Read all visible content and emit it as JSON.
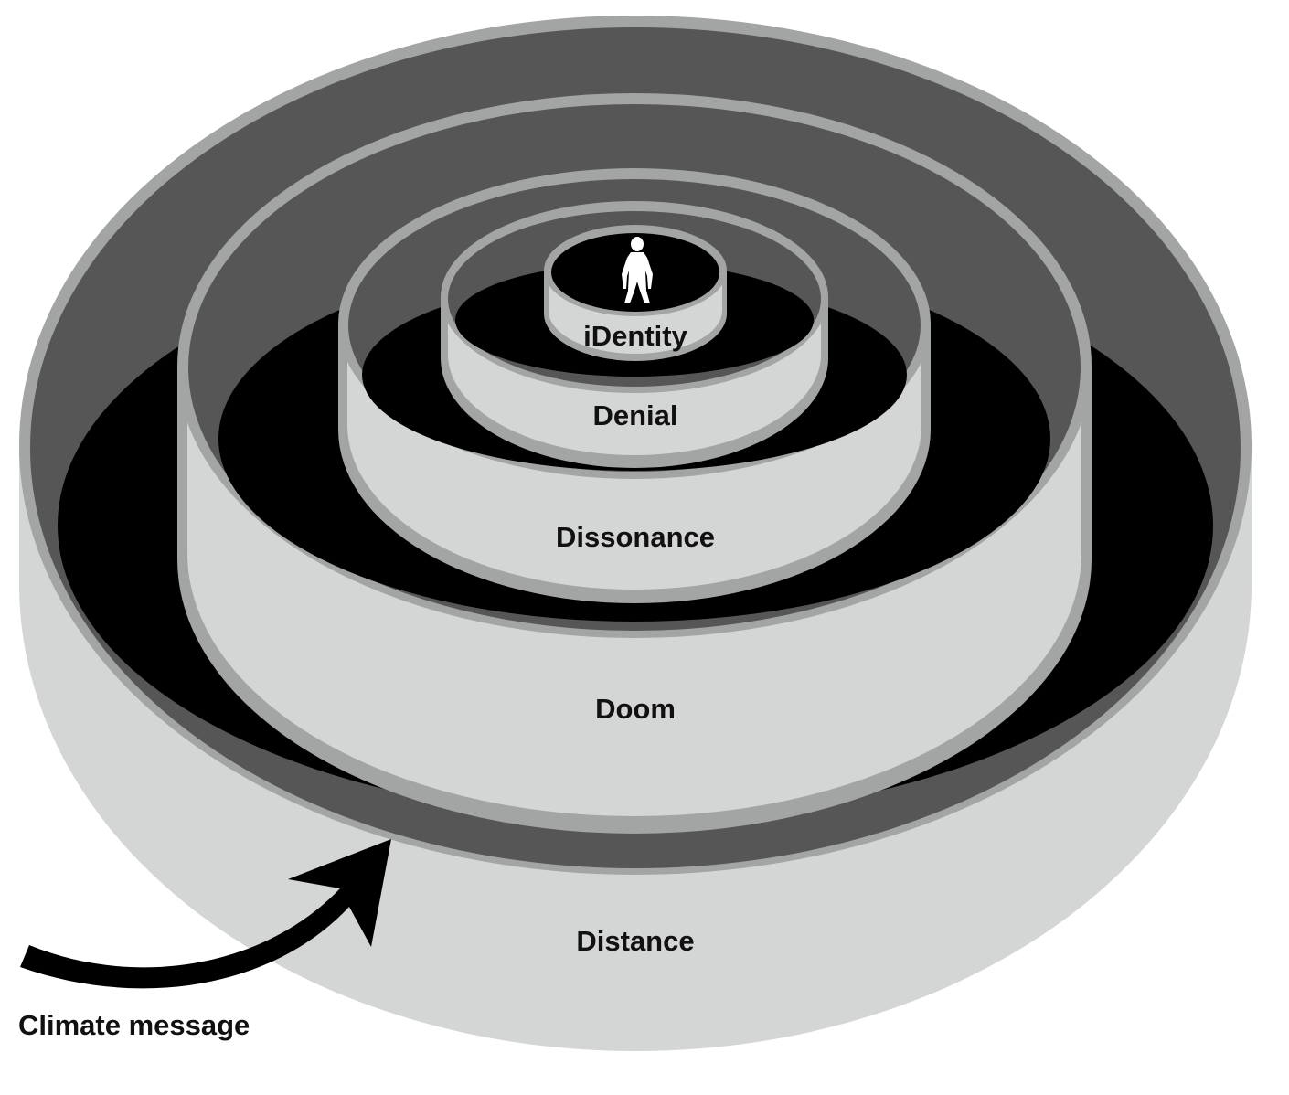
{
  "diagram": {
    "layers": [
      {
        "label": "iDentity"
      },
      {
        "label": "Denial"
      },
      {
        "label": "Dissonance"
      },
      {
        "label": "Doom"
      },
      {
        "label": "Distance"
      }
    ],
    "arrow_label": "Climate message",
    "center_figure": "person-icon"
  },
  "colors": {
    "wall_face": "#d4d5d5",
    "inner_wall": "#555655",
    "floor": "#000000",
    "rim": "#a3a4a4",
    "text": "#111111",
    "figure": "#ffffff"
  }
}
